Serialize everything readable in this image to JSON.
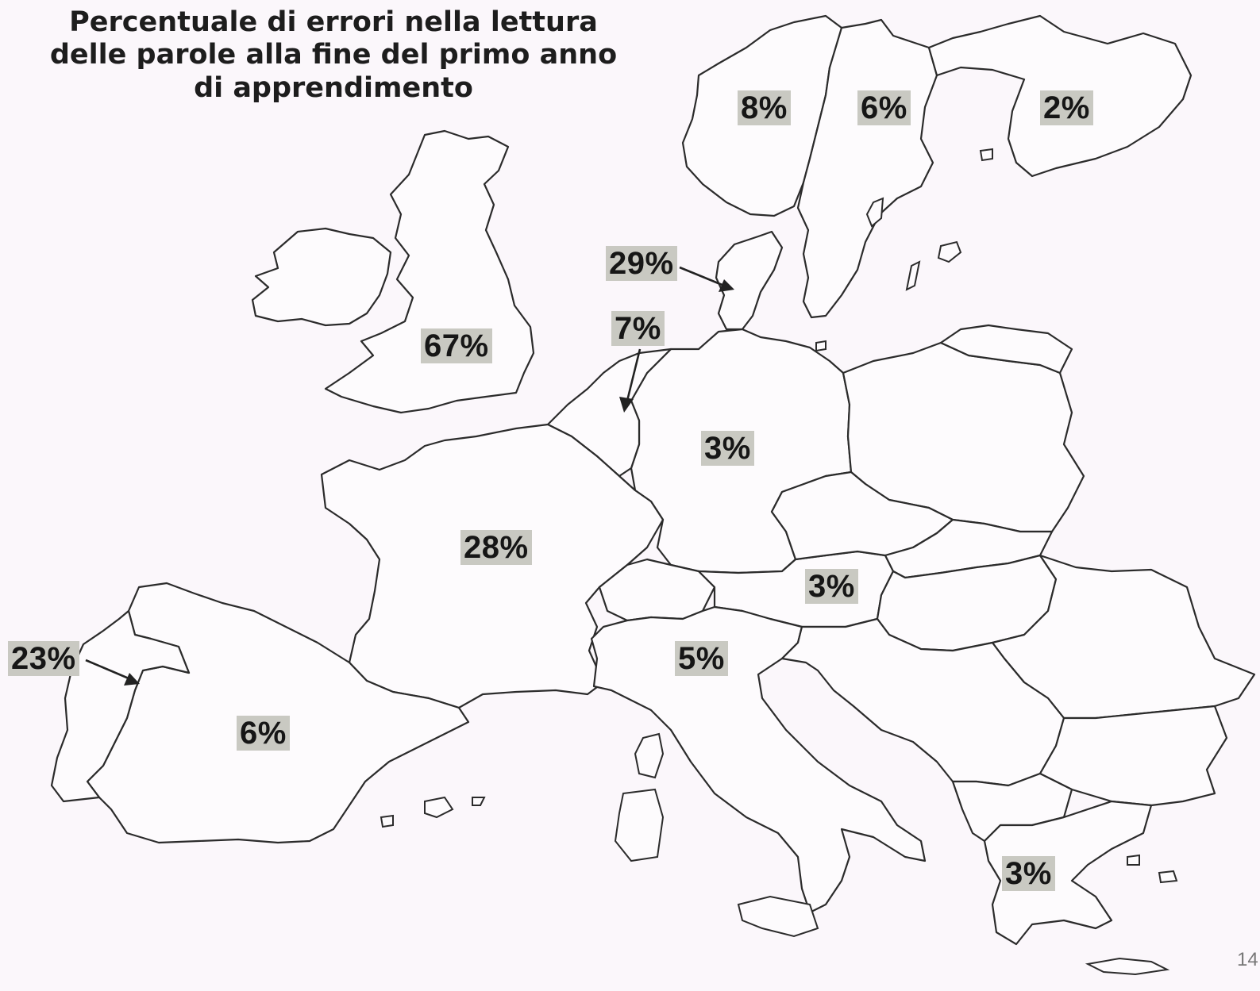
{
  "title": {
    "lines": [
      "Percentuale di errori nella lettura",
      "delle parole alla fine del primo anno",
      "di apprendimento"
    ]
  },
  "labels": {
    "norway": "8%",
    "sweden": "6%",
    "finland": "2%",
    "denmark": "29%",
    "netherlands_belgium": "7%",
    "united_kingdom": "67%",
    "germany": "3%",
    "france": "28%",
    "austria": "3%",
    "italy": "5%",
    "portugal": "23%",
    "spain": "6%",
    "greece": "3%"
  },
  "page_number": "14"
}
